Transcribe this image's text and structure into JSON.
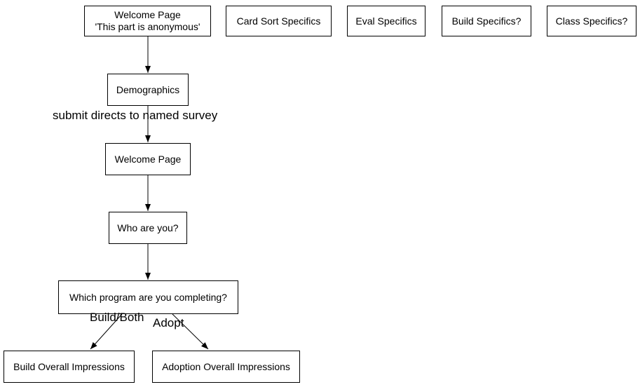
{
  "diagram": {
    "colors": {
      "background": "#ffffff",
      "stroke": "#000000",
      "text": "#000000"
    },
    "nodes": {
      "welcome_anon": {
        "line1": "Welcome Page",
        "line2": "'This part is anonymous'"
      },
      "card_sort_specifics": {
        "label": "Card Sort Specifics"
      },
      "eval_specifics": {
        "label": "Eval Specifics"
      },
      "build_specifics": {
        "label": "Build Specifics?"
      },
      "class_specifics": {
        "label": "Class Specifics?"
      },
      "demographics": {
        "label": "Demographics"
      },
      "welcome_page": {
        "label": "Welcome Page"
      },
      "who_are_you": {
        "label": "Who are you?"
      },
      "which_program": {
        "label": "Which program are you completing?"
      },
      "build_overall": {
        "label": "Build Overall Impressions"
      },
      "adoption_overall": {
        "label": "Adoption Overall Impressions"
      }
    },
    "edges": [
      {
        "from": "welcome_anon",
        "to": "demographics",
        "label": ""
      },
      {
        "from": "demographics",
        "to": "welcome_page",
        "label": "submit directs to named survey"
      },
      {
        "from": "welcome_page",
        "to": "who_are_you",
        "label": ""
      },
      {
        "from": "who_are_you",
        "to": "which_program",
        "label": ""
      },
      {
        "from": "which_program",
        "to": "build_overall",
        "label": "Build/Both"
      },
      {
        "from": "which_program",
        "to": "adoption_overall",
        "label": "Adopt"
      }
    ]
  }
}
